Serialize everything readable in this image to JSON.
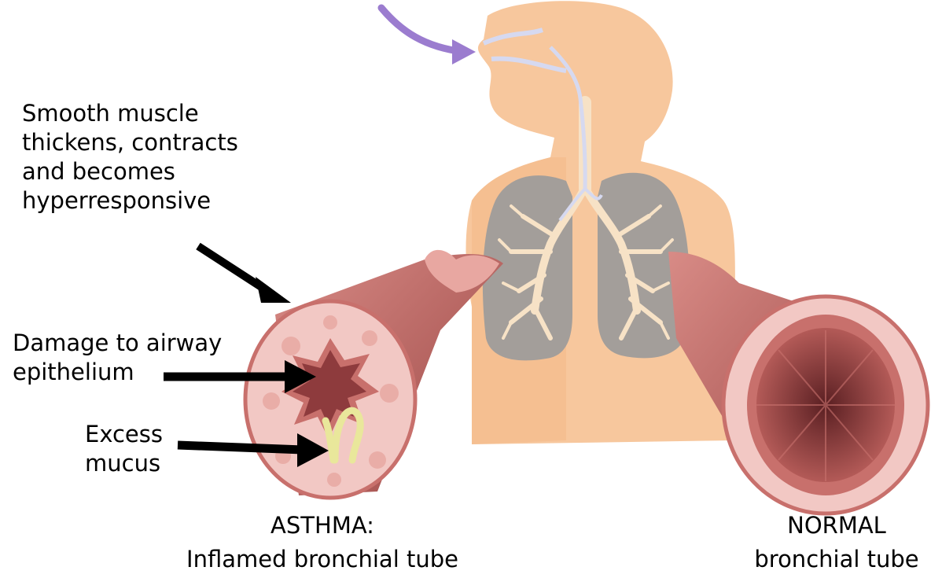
{
  "labels": {
    "smooth_muscle": "Smooth muscle\nthickens, contracts\nand becomes\nhyperresponsive",
    "damage": "Damage to airway\nepithelium",
    "mucus": "Excess\nmucus",
    "asthma_title": "ASTHMA:",
    "asthma_subtitle": "Inflamed bronchial tube",
    "normal_title": "NORMAL",
    "normal_subtitle": "bronchial tube"
  },
  "colors": {
    "skin": "#f7c79d",
    "lung_gray": "#a39e9a",
    "bronchi": "#f7e2c6",
    "tube_wall": "#c8706c",
    "tube_dark": "#8e3b3d",
    "tube_pink": "#f2c8c4",
    "mucus": "#e9e79b",
    "arrow": "#000000",
    "air_arrow": "#9b7ccf"
  },
  "icons": {
    "inhale_arrow": "curved-arrow-icon",
    "pointer_arrows": "black-arrow-icon"
  }
}
